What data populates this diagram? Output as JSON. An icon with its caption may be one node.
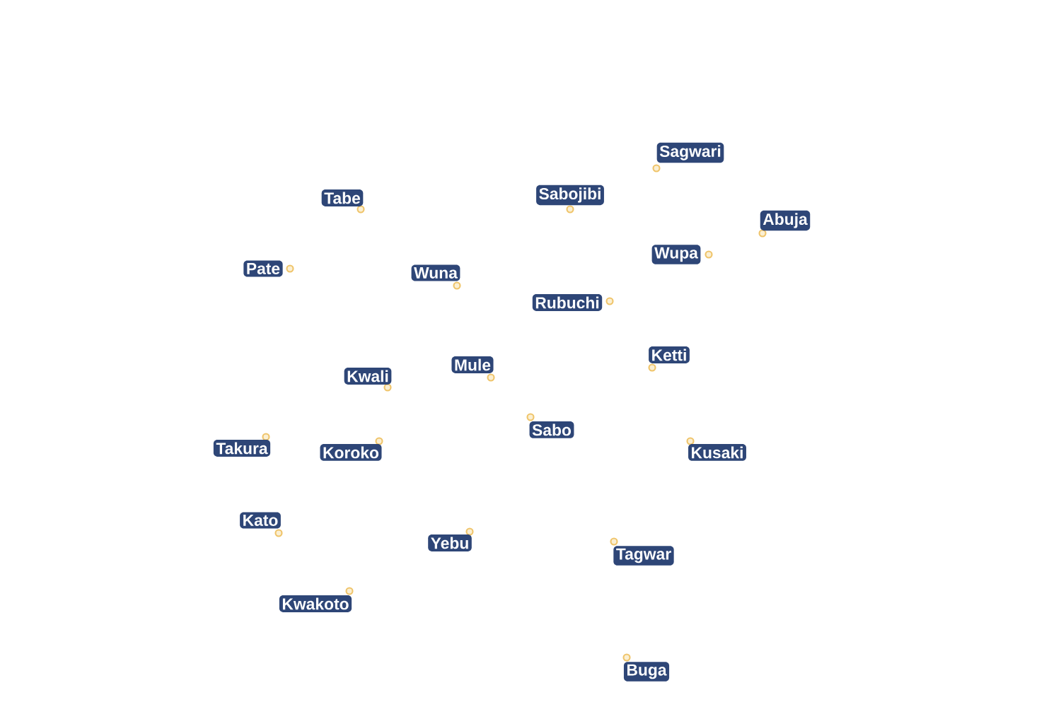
{
  "diagram": {
    "nodes": [
      {
        "text": [],
        "shape": "circle",
        "beside": [
          "Sagwari"
        ]
      },
      {
        "text": [],
        "shape": "circle",
        "beside": [
          "Tabe"
        ]
      },
      {
        "text": [],
        "shape": "circle",
        "beside": [
          "Sabojibi"
        ]
      },
      {
        "text": [],
        "shape": "circle",
        "beside": [
          "Abuja"
        ]
      },
      {
        "text": [],
        "shape": "circle",
        "beside": [
          "Wupa"
        ]
      },
      {
        "text": [],
        "shape": "circle",
        "beside": [
          "Pate"
        ]
      },
      {
        "text": [],
        "shape": "circle",
        "beside": [
          "Wuna"
        ]
      },
      {
        "text": [],
        "shape": "circle",
        "beside": [
          "Rubuchi"
        ]
      },
      {
        "text": [],
        "shape": "circle",
        "beside": [
          "Ketti"
        ]
      },
      {
        "text": [],
        "shape": "circle",
        "beside": [
          "Mule"
        ]
      },
      {
        "text": [],
        "shape": "circle",
        "beside": [
          "Kwali"
        ]
      },
      {
        "text": [],
        "shape": "circle",
        "beside": [
          "Sabo"
        ]
      },
      {
        "text": [],
        "shape": "circle",
        "beside": [
          "Takura"
        ]
      },
      {
        "text": [],
        "shape": "circle",
        "beside": [
          "Koroko"
        ]
      },
      {
        "text": [],
        "shape": "circle",
        "beside": [
          "Kusaki"
        ]
      },
      {
        "text": [],
        "shape": "circle",
        "beside": [
          "Yebu"
        ]
      },
      {
        "text": [],
        "shape": "circle",
        "beside": [
          "Kato"
        ]
      },
      {
        "text": [],
        "shape": "circle",
        "beside": [
          "Tagwar"
        ]
      },
      {
        "text": [],
        "shape": "circle",
        "beside": [
          "Kwakoto"
        ]
      },
      {
        "text": [],
        "shape": "circle",
        "beside": [
          "Buga"
        ]
      }
    ]
  }
}
